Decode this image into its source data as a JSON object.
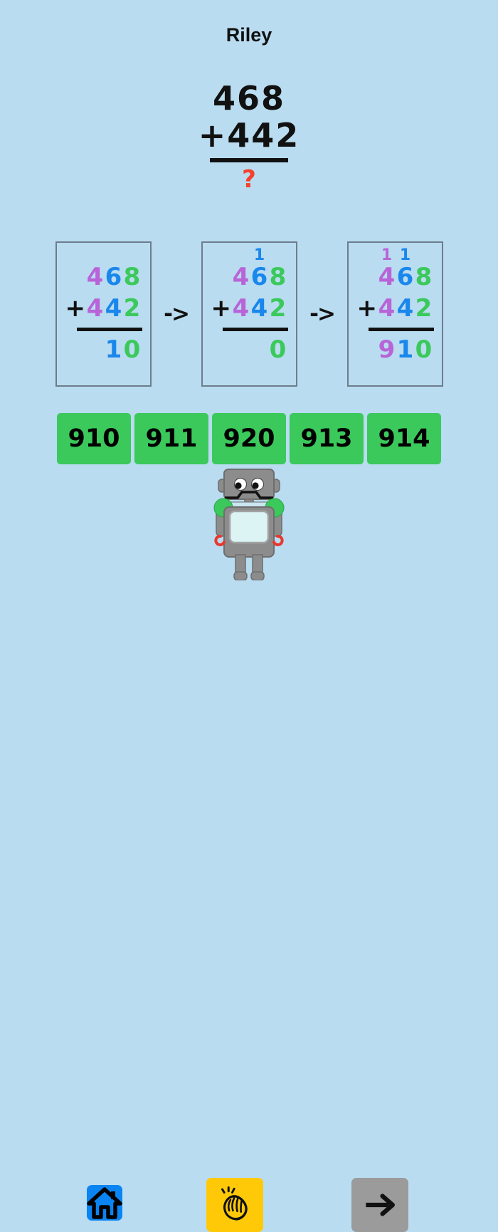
{
  "app": {
    "background_color": "#b9dcf0",
    "player_name": "Riley"
  },
  "problem": {
    "addend_top": "468",
    "addend_bottom": "+442",
    "answer_placeholder": "?",
    "answer_color": "#f5402c"
  },
  "colors": {
    "hundreds": "#b864d8",
    "tens": "#1a87ec",
    "ones": "#3bc95b",
    "ink": "#111111",
    "box_border": "#6d7d8d",
    "choice_green": "#3bc95b",
    "clap_yellow": "#ffc907",
    "next_gray": "#9b9b9b",
    "home_blue": "#0a84f2",
    "robot_body": "#8c8c8c",
    "robot_dark": "#6e6e6e",
    "robot_screen": "#ddf4f4",
    "robot_joint": "#3bc95b",
    "robot_hand": "#e8382e"
  },
  "steps": {
    "arrow_label": "->",
    "boxes": [
      {
        "name": "step-1",
        "carry": [
          "",
          "",
          ""
        ],
        "top": [
          "4",
          "6",
          "8"
        ],
        "bottom": [
          "4",
          "4",
          "2"
        ],
        "plus": "+",
        "result": [
          "",
          "1",
          "0"
        ],
        "result_colors": [
          "",
          "#1a87ec",
          "#3bc95b"
        ]
      },
      {
        "name": "step-2",
        "carry": [
          "",
          "1",
          ""
        ],
        "carry_colors": [
          "",
          "#1a87ec",
          ""
        ],
        "top": [
          "4",
          "6",
          "8"
        ],
        "bottom": [
          "4",
          "4",
          "2"
        ],
        "plus": "+",
        "result": [
          "",
          "",
          "0"
        ],
        "result_colors": [
          "",
          "",
          "#3bc95b"
        ]
      },
      {
        "name": "step-3",
        "carry": [
          "1",
          "1",
          ""
        ],
        "carry_colors": [
          "#b864d8",
          "#1a87ec",
          ""
        ],
        "top": [
          "4",
          "6",
          "8"
        ],
        "bottom": [
          "4",
          "4",
          "2"
        ],
        "plus": "+",
        "result": [
          "9",
          "1",
          "0"
        ],
        "result_colors": [
          "#b864d8",
          "#1a87ec",
          "#3bc95b"
        ]
      }
    ]
  },
  "choices": [
    {
      "label": "910"
    },
    {
      "label": "911"
    },
    {
      "label": "920"
    },
    {
      "label": "913"
    },
    {
      "label": "914"
    }
  ],
  "bottom_bar": {
    "home_label": "home-icon",
    "clap_label": "clapping-hands-icon",
    "next_label": "arrow-right-icon"
  },
  "robot": {
    "label": "robot-mascot"
  }
}
